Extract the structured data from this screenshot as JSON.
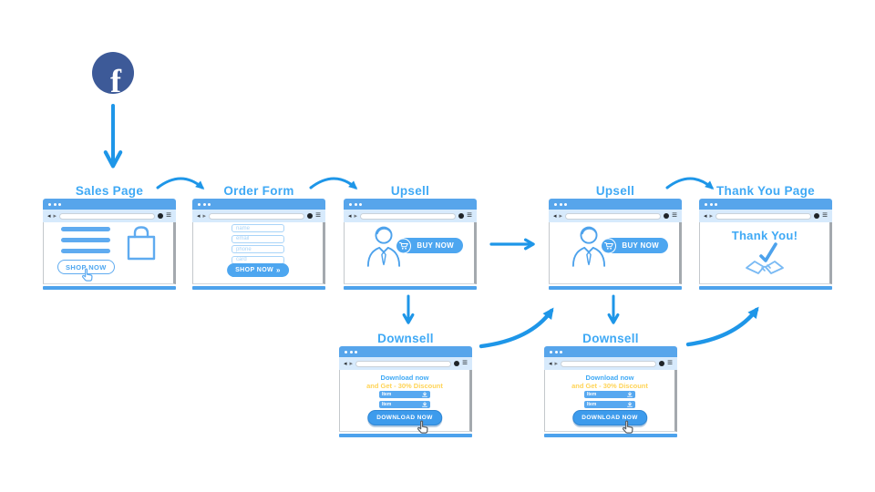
{
  "colors": {
    "accent": "#3fa9f5",
    "titlebar": "#57a5eb",
    "toolbar": "#d7eafc",
    "arrow": "#1e96e8",
    "button": "#4da6f0",
    "discount_yellow": "#ffd457",
    "facebook_blue": "#3d5a98"
  },
  "source": {
    "icon": "facebook-icon",
    "letter": "f"
  },
  "chrome": {
    "back_icon": "◂",
    "forward_icon": "▸",
    "record_icon": "record-icon",
    "menu_icon": "≡"
  },
  "windows": {
    "sales": {
      "title": "Sales Page",
      "button": "SHOP NOW",
      "icons": [
        "shopping-bag-icon",
        "hand-cursor-icon"
      ]
    },
    "order": {
      "title": "Order Form",
      "fields": [
        "name",
        "email",
        "phone",
        "card"
      ],
      "button": "SHOP NOW",
      "button_suffix": "»"
    },
    "upsell1": {
      "title": "Upsell",
      "button": "BUY NOW",
      "icons": [
        "customer-icon",
        "cart-icon"
      ]
    },
    "upsell2": {
      "title": "Upsell",
      "button": "BUY NOW",
      "icons": [
        "customer-icon",
        "cart-icon"
      ]
    },
    "thankyou": {
      "title": "Thank You Page",
      "message": "Thank You!",
      "icons": [
        "handshake-icon",
        "checkmark-icon"
      ]
    },
    "downsell1": {
      "title": "Downsell",
      "headline": "Download now",
      "subheadline": "and Get - 30% Discount",
      "items": [
        "Item",
        "Item"
      ],
      "button": "DOWNLOAD NOW",
      "icons": [
        "download-icon",
        "hand-cursor-icon"
      ]
    },
    "downsell2": {
      "title": "Downsell",
      "headline": "Download now",
      "subheadline": "and Get - 30% Discount",
      "items": [
        "Item",
        "Item"
      ],
      "button": "DOWNLOAD NOW",
      "icons": [
        "download-icon",
        "hand-cursor-icon"
      ]
    }
  }
}
